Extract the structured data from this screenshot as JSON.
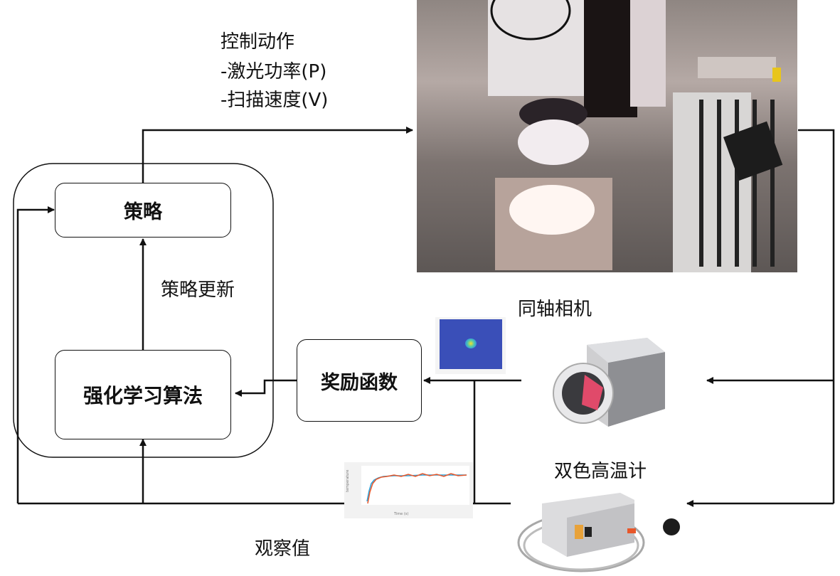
{
  "labels": {
    "control_action_title": "控制动作",
    "control_action_power": "-激光功率(P)",
    "control_action_speed": "-扫描速度(V)",
    "policy_update": "策略更新",
    "coaxial_camera": "同轴相机",
    "pyrometer": "双色高温计",
    "observation": "观察值"
  },
  "boxes": {
    "policy": "策略",
    "rl_algorithm": "强化学习算法",
    "reward_function": "奖励函数"
  },
  "images": {
    "machine_photo": "laser-machine-photo",
    "melt_pool_image": "melt-pool-heatmap",
    "temperature_plot": "temperature-plot",
    "camera_photo": "coaxial-camera-photo",
    "pyrometer_photo": "two-color-pyrometer-photo"
  },
  "colors": {
    "line": "#111111",
    "heatmap_bg": "#3a4fb8",
    "plot_orange": "#e8572a",
    "plot_blue": "#2aa0d8"
  }
}
